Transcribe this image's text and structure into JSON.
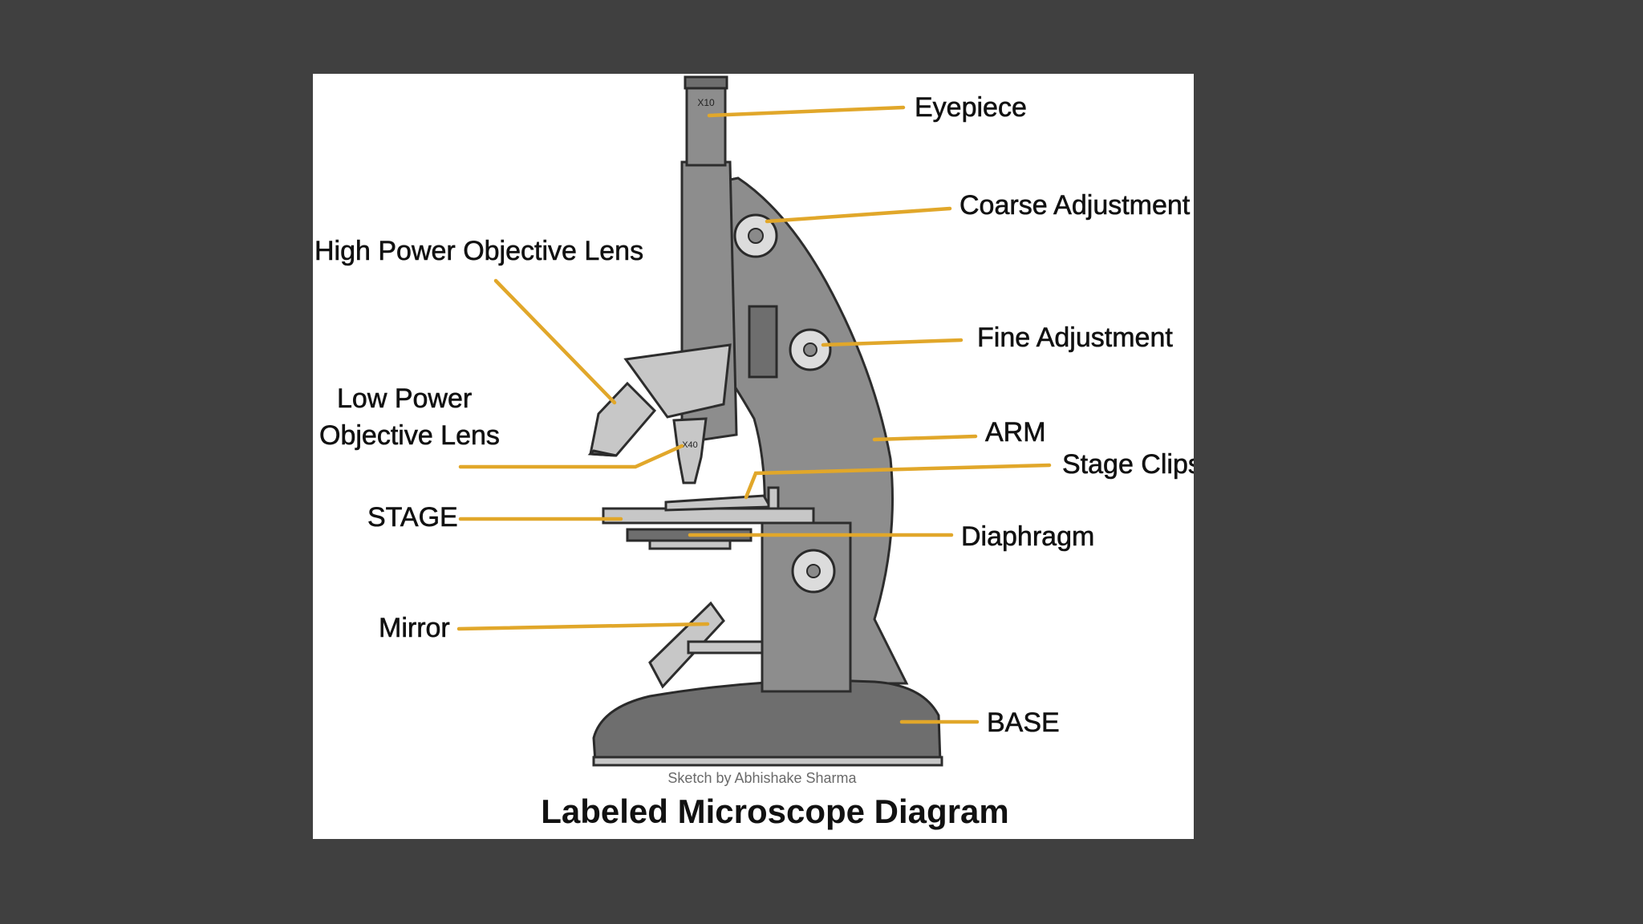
{
  "diagram": {
    "title": "Labeled Microscope Diagram",
    "credit": "Sketch by Abhishake Sharma",
    "labels": {
      "eyepiece": "Eyepiece",
      "coarse_adjustment": "Coarse Adjustment",
      "high_power_objective": "High Power Objective Lens",
      "fine_adjustment": "Fine Adjustment",
      "low_power_line1": "Low Power",
      "low_power_line2": "Objective Lens",
      "arm": "ARM",
      "stage_clips": "Stage Clips",
      "stage": "STAGE",
      "diaphragm": "Diaphragm",
      "mirror": "Mirror",
      "base": "BASE"
    },
    "eyepiece_marking": "X10",
    "objective_marking": "X40"
  },
  "colors": {
    "page_background": "#404040",
    "card_background": "#ffffff",
    "leader_line": "#e1a72a",
    "label_text": "#111111",
    "sketch_body": "#8d8d8d"
  }
}
